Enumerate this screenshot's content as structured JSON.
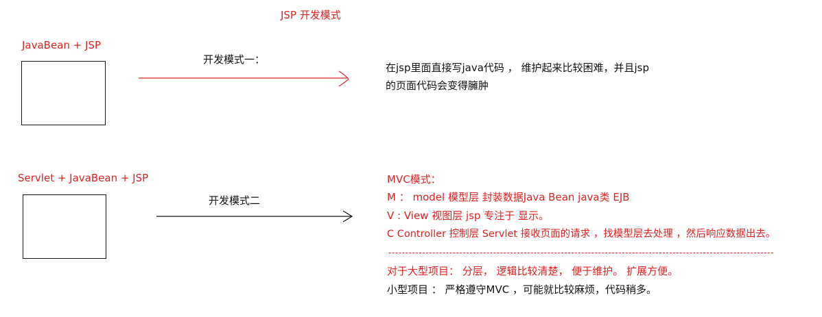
{
  "title": "JSP 开发模式",
  "mode1": {
    "left_label": "JavaBean  + JSP",
    "arrow_label": "开发模式一：",
    "description_line1": "在jsp里面直接写java代码 ， 维护起来比较困难，并且jsp",
    "description_line2": "的页面代码会变得臃肿"
  },
  "mode2": {
    "left_label": "Servlet + JavaBean + JSP",
    "arrow_label": "开发模式二",
    "mvc_title": "MVC模式：",
    "m_line": "M  ：  model    模型层   封装数据Java Bean   java类   EJB",
    "v_line": "V   : View       视图层   jsp  专注于  显示。",
    "c_line": "C    Controller  控制层   Servlet   接收页面的请求 ，找模型层去处理 ，然后响应数据出去。",
    "divider": "------------------------------------------------------------------------------------------------------------------",
    "large_project": "对于大型项目：  分层，  逻辑比较清楚，  便于维护。   扩展方便。",
    "small_project": "小型项目  ：   严格遵守MVC ，可能就比较麻烦，代码稍多。"
  },
  "colors": {
    "red": "#e02020",
    "black": "#111111"
  }
}
